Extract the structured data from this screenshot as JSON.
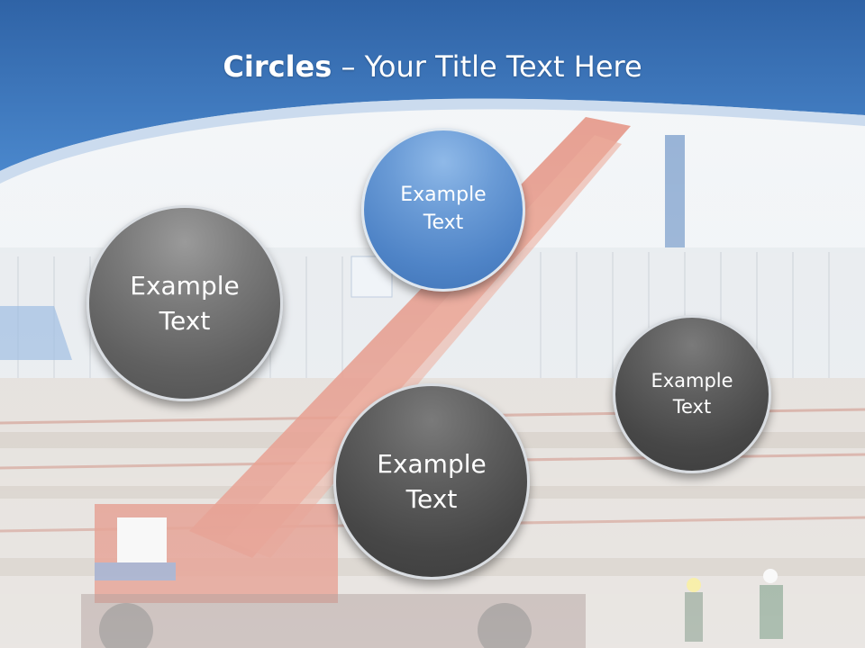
{
  "slide": {
    "title_bold": "Circles",
    "title_rest": " – Your Title Text Here"
  },
  "circles": [
    {
      "label": "Example Text",
      "style": "grey"
    },
    {
      "label": "Example Text",
      "style": "blue"
    },
    {
      "label": "Example Text",
      "style": "dark"
    },
    {
      "label": "Example Text",
      "style": "dark"
    }
  ],
  "colors": {
    "header_blue": "#3d78c0",
    "accent_blue": "#4f84c7",
    "crane_red": "#d9664f"
  }
}
